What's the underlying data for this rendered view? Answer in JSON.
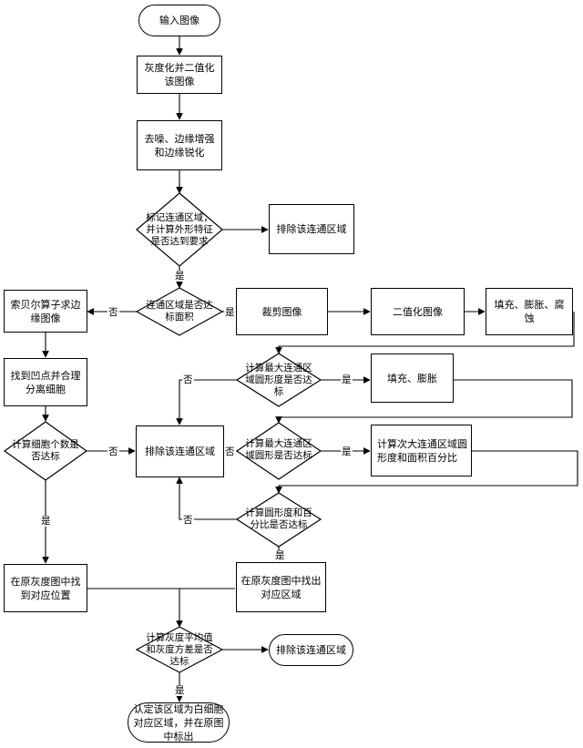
{
  "nodes": {
    "input_image": "输入图像",
    "gray_binary": "灰度化并二值化该图像",
    "denoise": "去噪、边缘增强和边缘锐化",
    "decision_mark_regions": "标记连通区域，并计算外形特征是否达到要求",
    "exclude_1": "排除该连通区域",
    "decision_area": "连通区域是否达标面积",
    "crop_image": "裁剪图像",
    "binarize_image": "二值化图像",
    "fill_dilate_erode": "填充、膨胀、腐蚀",
    "sobel_edges": "索贝尔算子求边缘图像",
    "find_concave": "找到凹点并合理分离细胞",
    "decision_max_roundness": "计算最大连通区域圆形度是否达标",
    "fill_dilate": "填充、膨胀",
    "decision_cell_count": "计算细胞个数是否达标",
    "exclude_2": "排除该连通区域",
    "decision_max_roundness_2": "计算最大连通区域圆形是否达标",
    "calc_second": "计算次大连通区域圆形度和面积百分比",
    "decision_percent": "计算圆形度和百分比是否达标",
    "find_position": "在原灰度图中找到对应位置",
    "find_region": "在原灰度图中找出对应区域",
    "decision_gray": "计算灰度平均值和灰度方差是否达标",
    "exclude_3": "排除该连通区域",
    "final": "认定该区域为白细胞对应区域，并在原图中标出"
  },
  "labels": {
    "yes": "是",
    "no": "否"
  }
}
